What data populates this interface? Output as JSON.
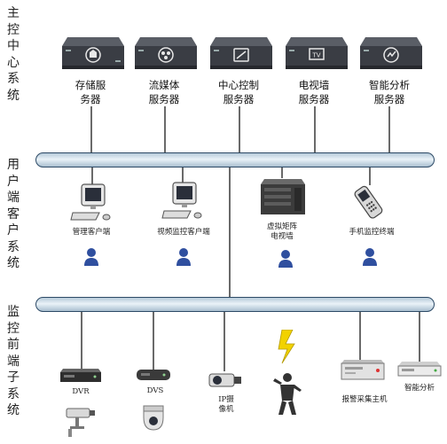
{
  "sections": {
    "main": "主控中心系统",
    "client": "用户端客户系统",
    "front": "监控前端子系统"
  },
  "servers": [
    {
      "line1": "存储服",
      "line2": "务器",
      "icon": "storage-icon"
    },
    {
      "line1": "流媒体",
      "line2": "服务器",
      "icon": "media-icon"
    },
    {
      "line1": "中心控制",
      "line2": "服务器",
      "icon": "control-icon"
    },
    {
      "line1": "电视墙",
      "line2": "服务器",
      "icon": "tv-icon"
    },
    {
      "line1": "智能分析",
      "line2": "服务器",
      "icon": "analytics-icon"
    }
  ],
  "clients": [
    {
      "line1": "管理客户端",
      "line2": "",
      "icon": "computer-icon"
    },
    {
      "line1": "视频监控客户端",
      "line2": "",
      "icon": "computer-icon"
    },
    {
      "line1": "虚拟矩阵",
      "line2": "电视墙",
      "icon": "industrial-pc-icon"
    },
    {
      "line1": "手机监控终端",
      "line2": "",
      "icon": "mobile-phone-icon"
    }
  ],
  "devices": {
    "dvr": "DVR",
    "dvs": "DVS",
    "ipc_line1": "IP摄",
    "ipc_line2": "像机",
    "alarm": "报警采集主机",
    "analytics": "智能分析"
  },
  "colors": {
    "bus_fill": "#d6e3ee",
    "bus_border": "#2d4a66",
    "server_body": "#3a3d44",
    "user_icon": "#2f4f9f",
    "lightning": "#f2d200"
  }
}
